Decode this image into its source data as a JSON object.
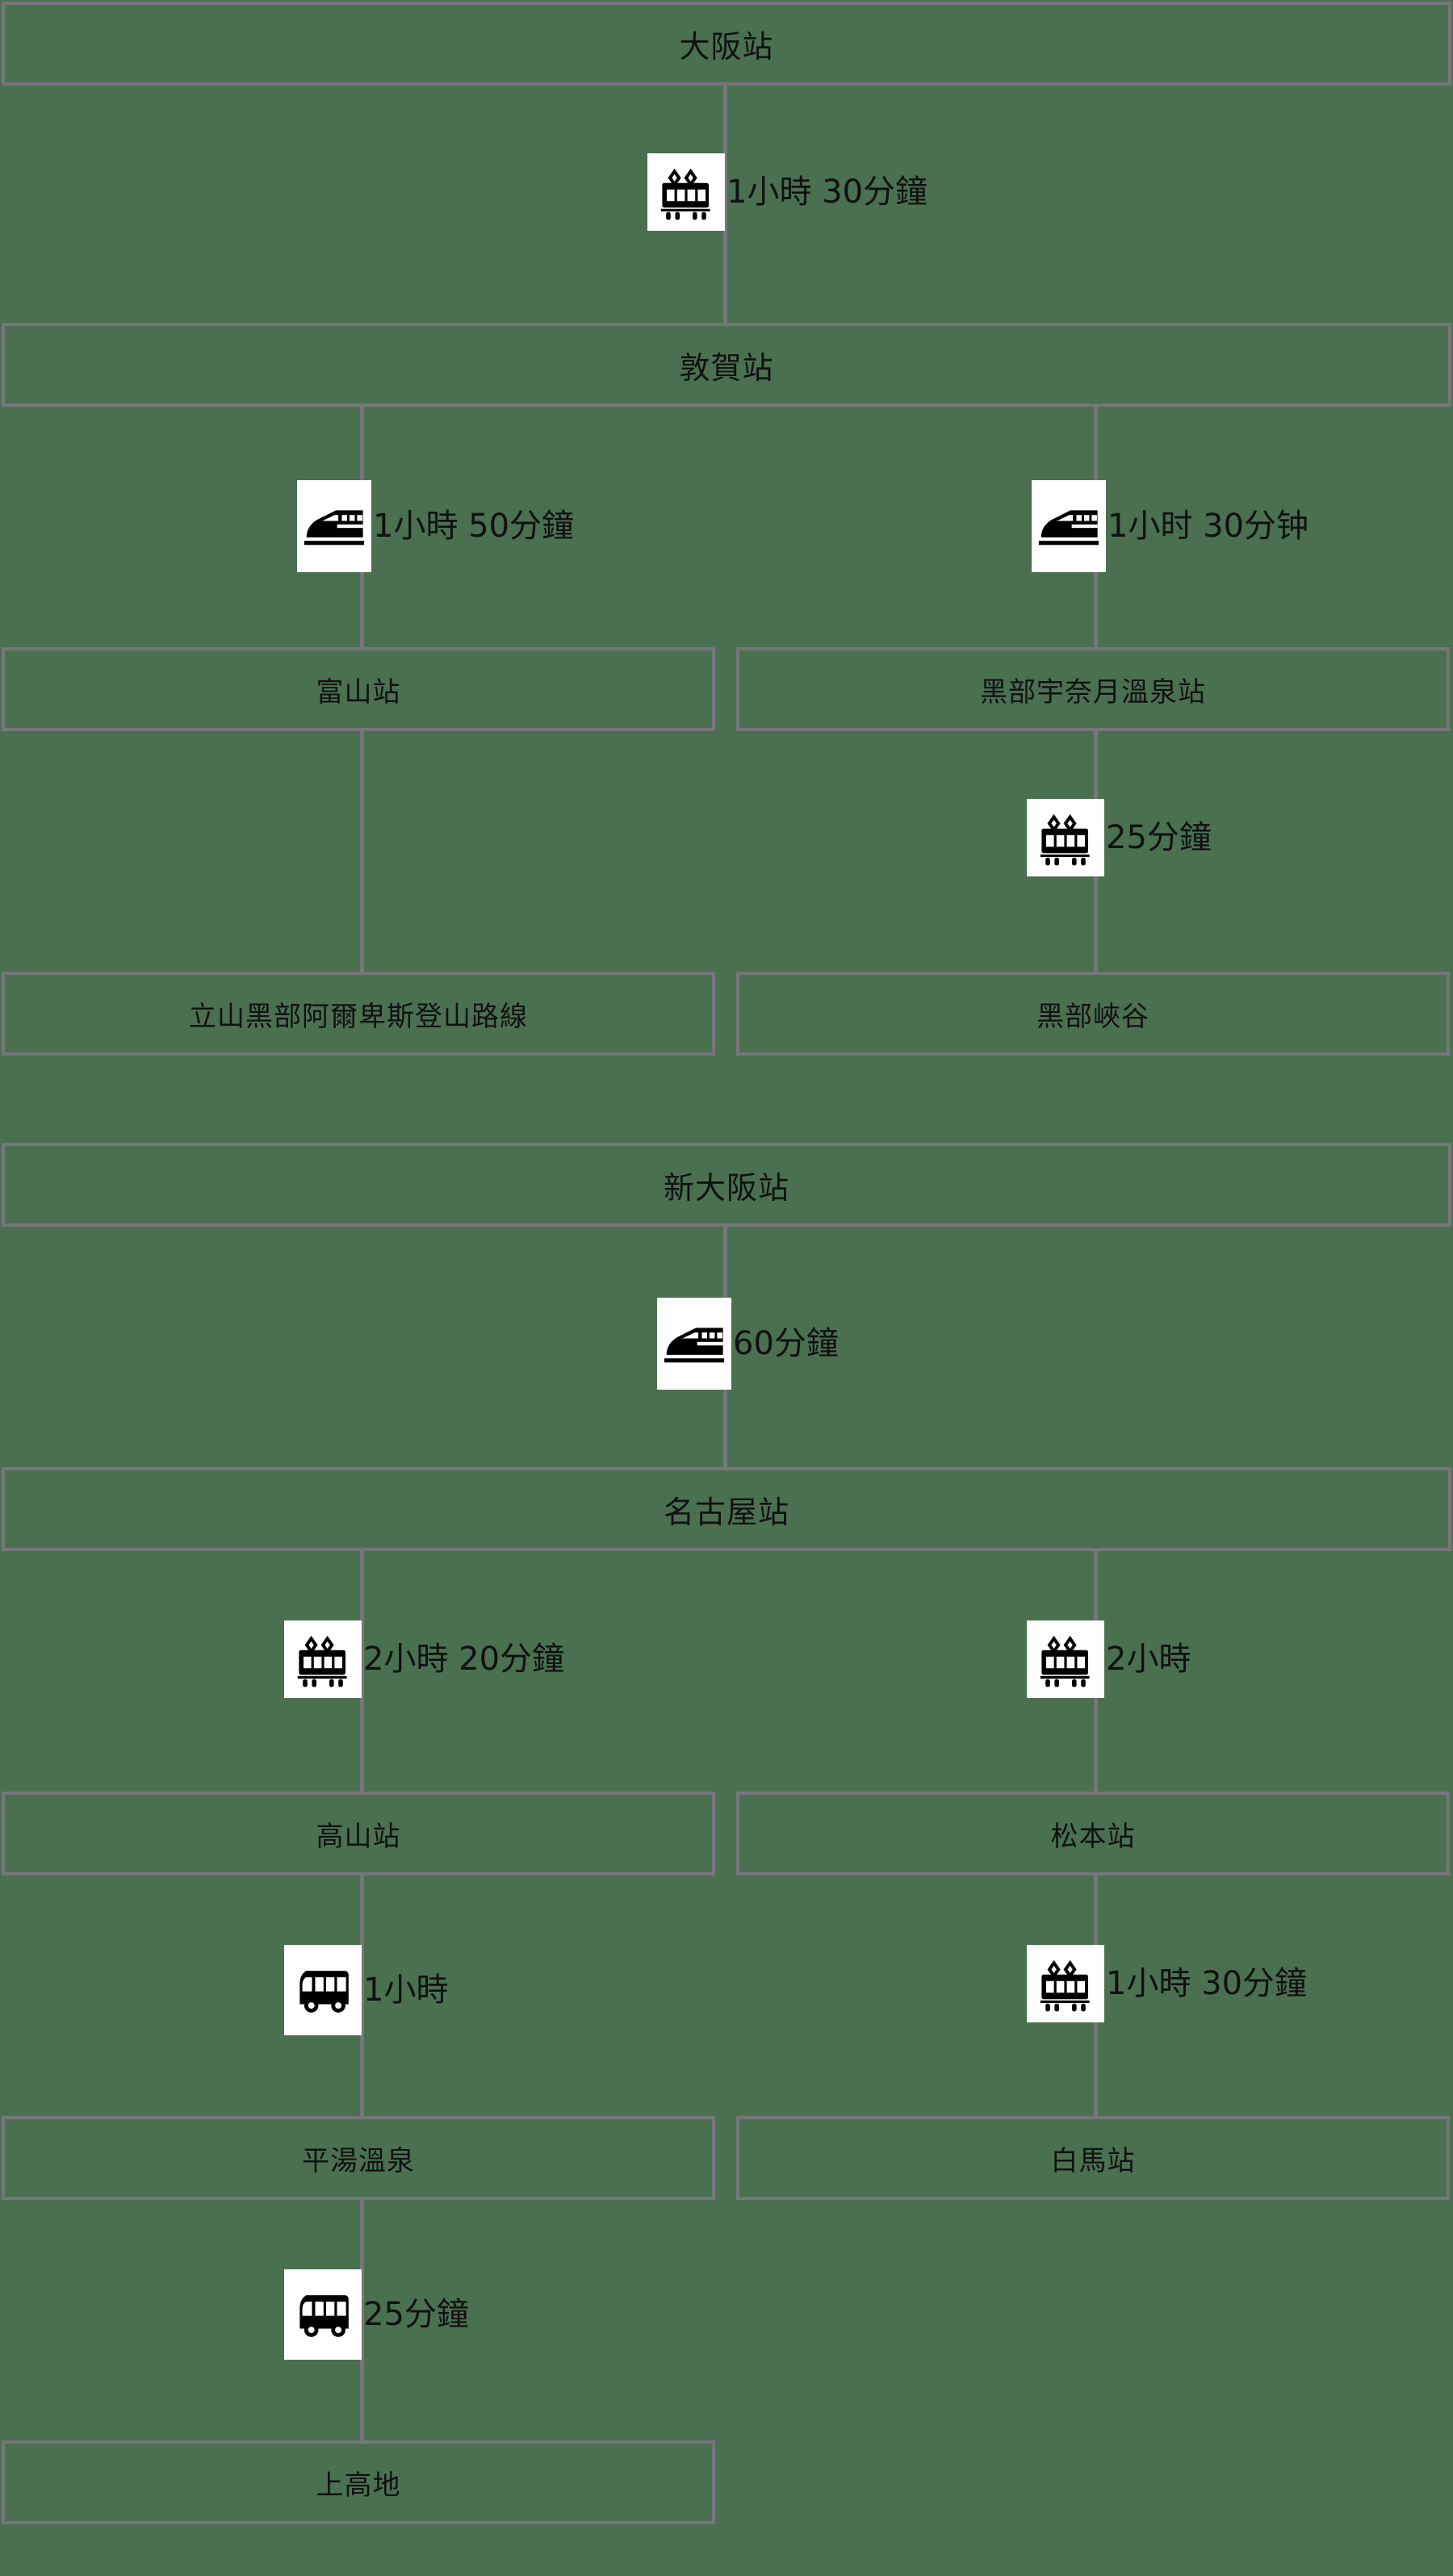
{
  "diagram": {
    "type": "transit-route-tree",
    "background_color": "#4a7050",
    "border_color": "#76767c",
    "tile_color": "#ffffff",
    "text_color": "#111111"
  },
  "routes": [
    {
      "id": "route-osaka",
      "origin": "大阪站",
      "legs": [
        {
          "from": "大阪站",
          "to": "敦賀站",
          "mode": "local-train",
          "icon": "train-icon",
          "duration": "1小時 30分鐘"
        },
        {
          "from": "敦賀站",
          "to": "富山站",
          "mode": "shinkansen",
          "icon": "shinkansen-icon",
          "duration": "1小時 50分鐘"
        },
        {
          "from": "敦賀站",
          "to": "黑部宇奈月溫泉站",
          "mode": "shinkansen",
          "icon": "shinkansen-icon",
          "duration": "1小时 30分钟"
        },
        {
          "from": "黑部宇奈月溫泉站",
          "to": "黑部峽谷",
          "mode": "local-train",
          "icon": "train-icon",
          "duration": "25分鐘"
        }
      ],
      "stations": {
        "osaka": "大阪站",
        "tsuruga": "敦賀站",
        "toyama": "富山站",
        "kurobe_unazuki": "黑部宇奈月溫泉站",
        "tateyama_alpine": "立山黑部阿爾卑斯登山路線",
        "kurobe_gorge": "黑部峽谷"
      }
    },
    {
      "id": "route-shin-osaka",
      "origin": "新大阪站",
      "legs": [
        {
          "from": "新大阪站",
          "to": "名古屋站",
          "mode": "shinkansen",
          "icon": "shinkansen-icon",
          "duration": "60分鐘"
        },
        {
          "from": "名古屋站",
          "to": "高山站",
          "mode": "local-train",
          "icon": "train-icon",
          "duration": "2小時 20分鐘"
        },
        {
          "from": "名古屋站",
          "to": "松本站",
          "mode": "local-train",
          "icon": "train-icon",
          "duration": "2小時"
        },
        {
          "from": "高山站",
          "to": "平湯溫泉",
          "mode": "bus",
          "icon": "bus-icon",
          "duration": "1小時"
        },
        {
          "from": "松本站",
          "to": "白馬站",
          "mode": "local-train",
          "icon": "train-icon",
          "duration": "1小時 30分鐘"
        },
        {
          "from": "平湯溫泉",
          "to": "上高地",
          "mode": "bus",
          "icon": "bus-icon",
          "duration": "25分鐘"
        }
      ],
      "stations": {
        "shin_osaka": "新大阪站",
        "nagoya": "名古屋站",
        "takayama": "高山站",
        "matsumoto": "松本站",
        "hirayu_onsen": "平湯溫泉",
        "hakuba": "白馬站",
        "kamikochi": "上高地"
      }
    }
  ]
}
